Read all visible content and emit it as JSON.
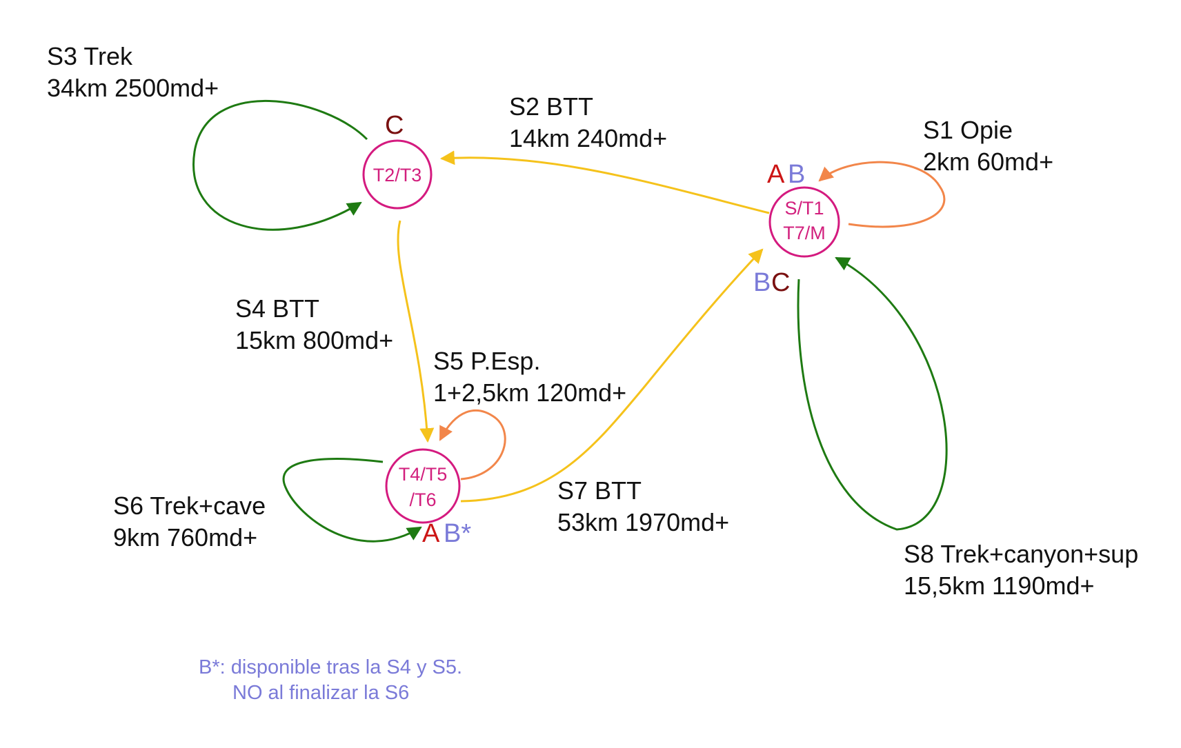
{
  "colors": {
    "node": "#d41a7f",
    "bike": "#f5c21b",
    "trek": "#1e7a12",
    "short": "#f2864a",
    "label": "#111111",
    "letter_a": "#cc1515",
    "letter_b": "#7a7ad8",
    "letter_c": "#7a1010",
    "note": "#7a7ad8"
  },
  "nodes": {
    "n_t2t3": {
      "lines": [
        "T2/T3"
      ]
    },
    "n_start": {
      "lines": [
        "S/T1",
        "T7/M"
      ]
    },
    "n_t4t6": {
      "lines": [
        "T4/T5",
        "/T6"
      ]
    }
  },
  "checkpoints": {
    "c_top": "C",
    "ab_start_a": "A",
    "ab_start_b": "B",
    "bc_start_b": "B",
    "bc_start_c": "C",
    "ab_t4_a": "A",
    "ab_t4_b": "B*"
  },
  "segments": {
    "s1": {
      "title": "S1 Opie",
      "stats": "2km 60md+",
      "kind": "short"
    },
    "s2": {
      "title": "S2 BTT",
      "stats": "14km 240md+",
      "kind": "bike"
    },
    "s3": {
      "title": "S3 Trek",
      "stats": "34km 2500md+",
      "kind": "trek"
    },
    "s4": {
      "title": "S4 BTT",
      "stats": "15km 800md+",
      "kind": "bike"
    },
    "s5": {
      "title": "S5 P.Esp.",
      "stats": "1+2,5km 120md+",
      "kind": "short"
    },
    "s6": {
      "title": "S6 Trek+cave",
      "stats": "9km 760md+",
      "kind": "trek"
    },
    "s7": {
      "title": "S7 BTT",
      "stats": "53km 1970md+",
      "kind": "bike"
    },
    "s8": {
      "title": "S8 Trek+canyon+sup",
      "stats": "15,5km 1190md+",
      "kind": "trek"
    }
  },
  "note": {
    "line1": "B*: disponible tras la S4 y S5.",
    "line2": "NO al finalizar la S6"
  }
}
